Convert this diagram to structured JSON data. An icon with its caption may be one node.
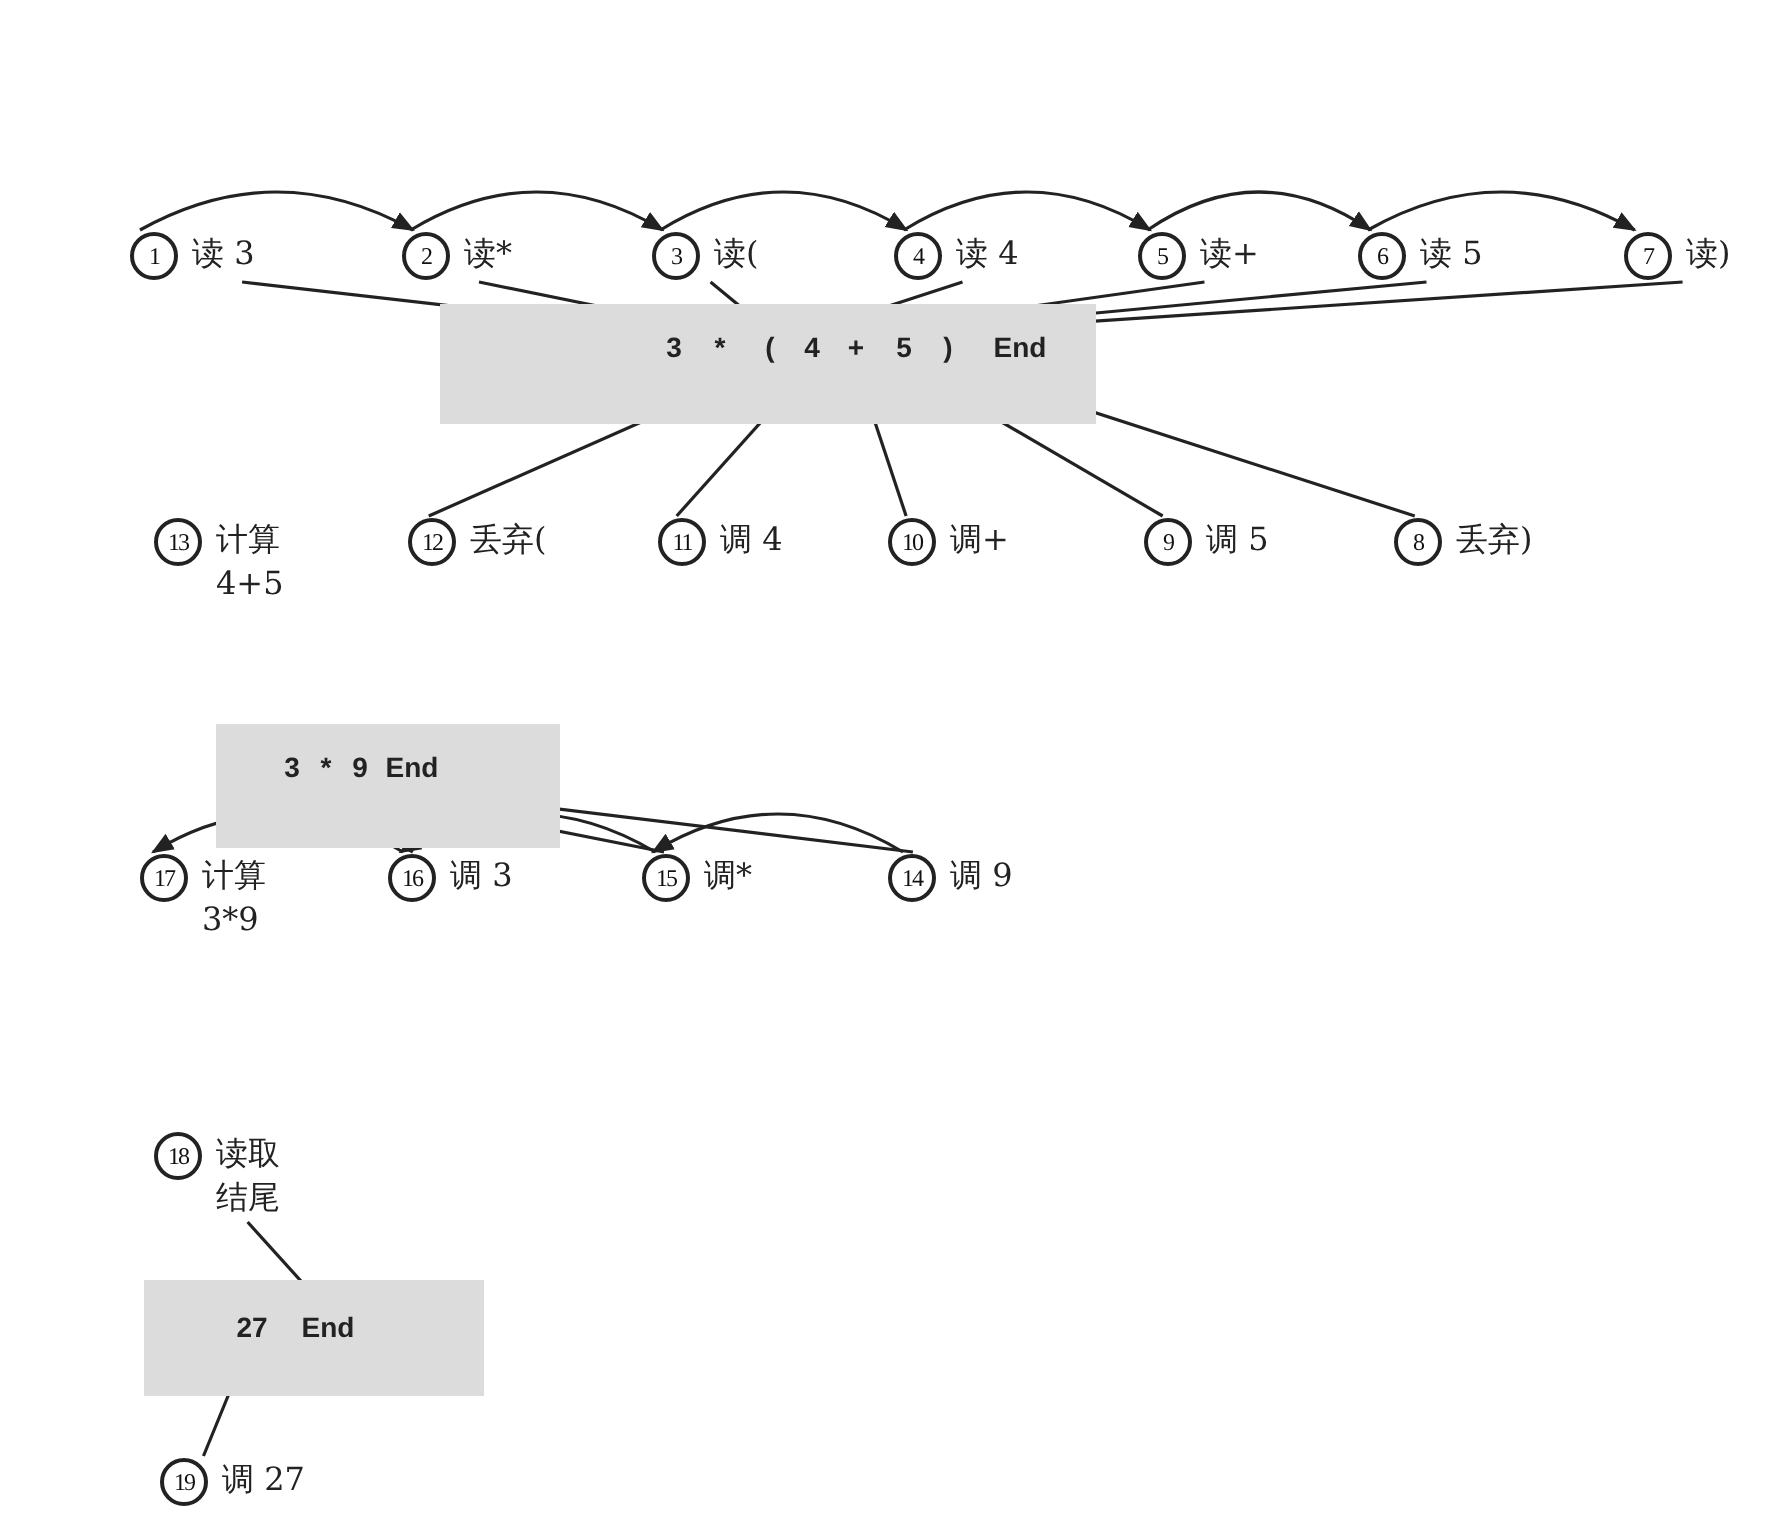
{
  "diagram": {
    "nodes": [
      {
        "text": [
          "1"
        ],
        "beside": [
          "读 3"
        ]
      },
      {
        "text": [
          "2"
        ],
        "beside": [
          "读*"
        ]
      },
      {
        "text": [
          "3"
        ],
        "beside": [
          "读("
        ]
      },
      {
        "text": [
          "4"
        ],
        "beside": [
          "读 4"
        ]
      },
      {
        "text": [
          "5"
        ],
        "beside": [
          "读+"
        ]
      },
      {
        "text": [
          "6"
        ],
        "beside": [
          "读 5"
        ]
      },
      {
        "text": [
          "7"
        ],
        "beside": [
          "读)"
        ]
      },
      {
        "text": [],
        "shape": "box"
      },
      {
        "text": [
          "3"
        ],
        "in": 7
      },
      {
        "text": [
          "*"
        ],
        "in": 7
      },
      {
        "text": [
          "("
        ],
        "in": 7
      },
      {
        "text": [
          "4"
        ],
        "in": 7
      },
      {
        "text": [
          "+"
        ],
        "in": 7
      },
      {
        "text": [
          "5"
        ],
        "in": 7
      },
      {
        "text": [
          ")"
        ],
        "in": 7
      },
      {
        "text": [
          "End"
        ],
        "in": 7
      },
      {
        "text": [
          "13"
        ],
        "beside": [
          "计算4+5"
        ]
      },
      {
        "text": [
          "12"
        ],
        "beside": [
          "丢弃("
        ]
      },
      {
        "text": [
          "11"
        ],
        "beside": [
          "调 4"
        ]
      },
      {
        "text": [
          "10"
        ],
        "beside": [
          "调+"
        ]
      },
      {
        "text": [
          "9"
        ],
        "beside": [
          "调 5"
        ]
      },
      {
        "text": [
          "8"
        ],
        "beside": [
          "丢弃)"
        ]
      },
      {
        "text": [],
        "shape": "box"
      },
      {
        "text": [
          "3"
        ],
        "in": 22
      },
      {
        "text": [
          "*"
        ],
        "in": 22
      },
      {
        "text": [
          "9"
        ],
        "in": 22
      },
      {
        "text": [
          "End"
        ],
        "in": 22
      },
      {
        "text": [
          "17"
        ],
        "beside": [
          "计算3*9"
        ]
      },
      {
        "text": [
          "16"
        ],
        "beside": [
          "调 3"
        ]
      },
      {
        "text": [
          "15"
        ],
        "beside": [
          "调*"
        ]
      },
      {
        "text": [
          "14"
        ],
        "beside": [
          "调 9"
        ]
      },
      {
        "text": [
          "18"
        ],
        "beside": [
          "读取结尾"
        ]
      },
      {
        "text": [],
        "shape": "box"
      },
      {
        "text": [
          "27"
        ],
        "in": 32
      },
      {
        "text": [
          "End"
        ],
        "in": 32
      },
      {
        "text": [
          "19"
        ],
        "beside": [
          "调 27"
        ]
      }
    ],
    "edges": [
      {
        "from": 0,
        "to": 1,
        "arrow": "to"
      },
      {
        "from": 1,
        "to": 2,
        "arrow": "to"
      },
      {
        "from": 2,
        "to": 3,
        "arrow": "to"
      },
      {
        "from": 3,
        "to": 4,
        "arrow": "to"
      },
      {
        "from": 4,
        "to": 5,
        "arrow": "to"
      },
      {
        "from": 5,
        "to": 6,
        "arrow": "to"
      },
      {
        "from": 0,
        "to": 8,
        "arrow": "none"
      },
      {
        "from": 1,
        "to": 9,
        "arrow": "none"
      },
      {
        "from": 2,
        "to": 10,
        "arrow": "none"
      },
      {
        "from": 3,
        "to": 11,
        "arrow": "none"
      },
      {
        "from": 4,
        "to": 12,
        "arrow": "none"
      },
      {
        "from": 5,
        "to": 13,
        "arrow": "none"
      },
      {
        "from": 6,
        "to": 14,
        "arrow": "none"
      },
      {
        "from": 17,
        "to": 10,
        "arrow": "none"
      },
      {
        "from": 18,
        "to": 11,
        "arrow": "none"
      },
      {
        "from": 19,
        "to": 12,
        "arrow": "none"
      },
      {
        "from": 20,
        "to": 13,
        "arrow": "none"
      },
      {
        "from": 21,
        "to": 14,
        "arrow": "none"
      },
      {
        "from": 30,
        "to": 29,
        "arrow": "to"
      },
      {
        "from": 29,
        "to": 28,
        "arrow": "to"
      },
      {
        "from": 28,
        "to": 27,
        "arrow": "to"
      },
      {
        "from": 23,
        "to": 28,
        "arrow": "none"
      },
      {
        "from": 24,
        "to": 29,
        "arrow": "none"
      },
      {
        "from": 25,
        "to": 30,
        "arrow": "none"
      },
      {
        "from": 31,
        "to": 34,
        "arrow": "none"
      },
      {
        "from": 33,
        "to": 35,
        "arrow": "none"
      }
    ]
  }
}
